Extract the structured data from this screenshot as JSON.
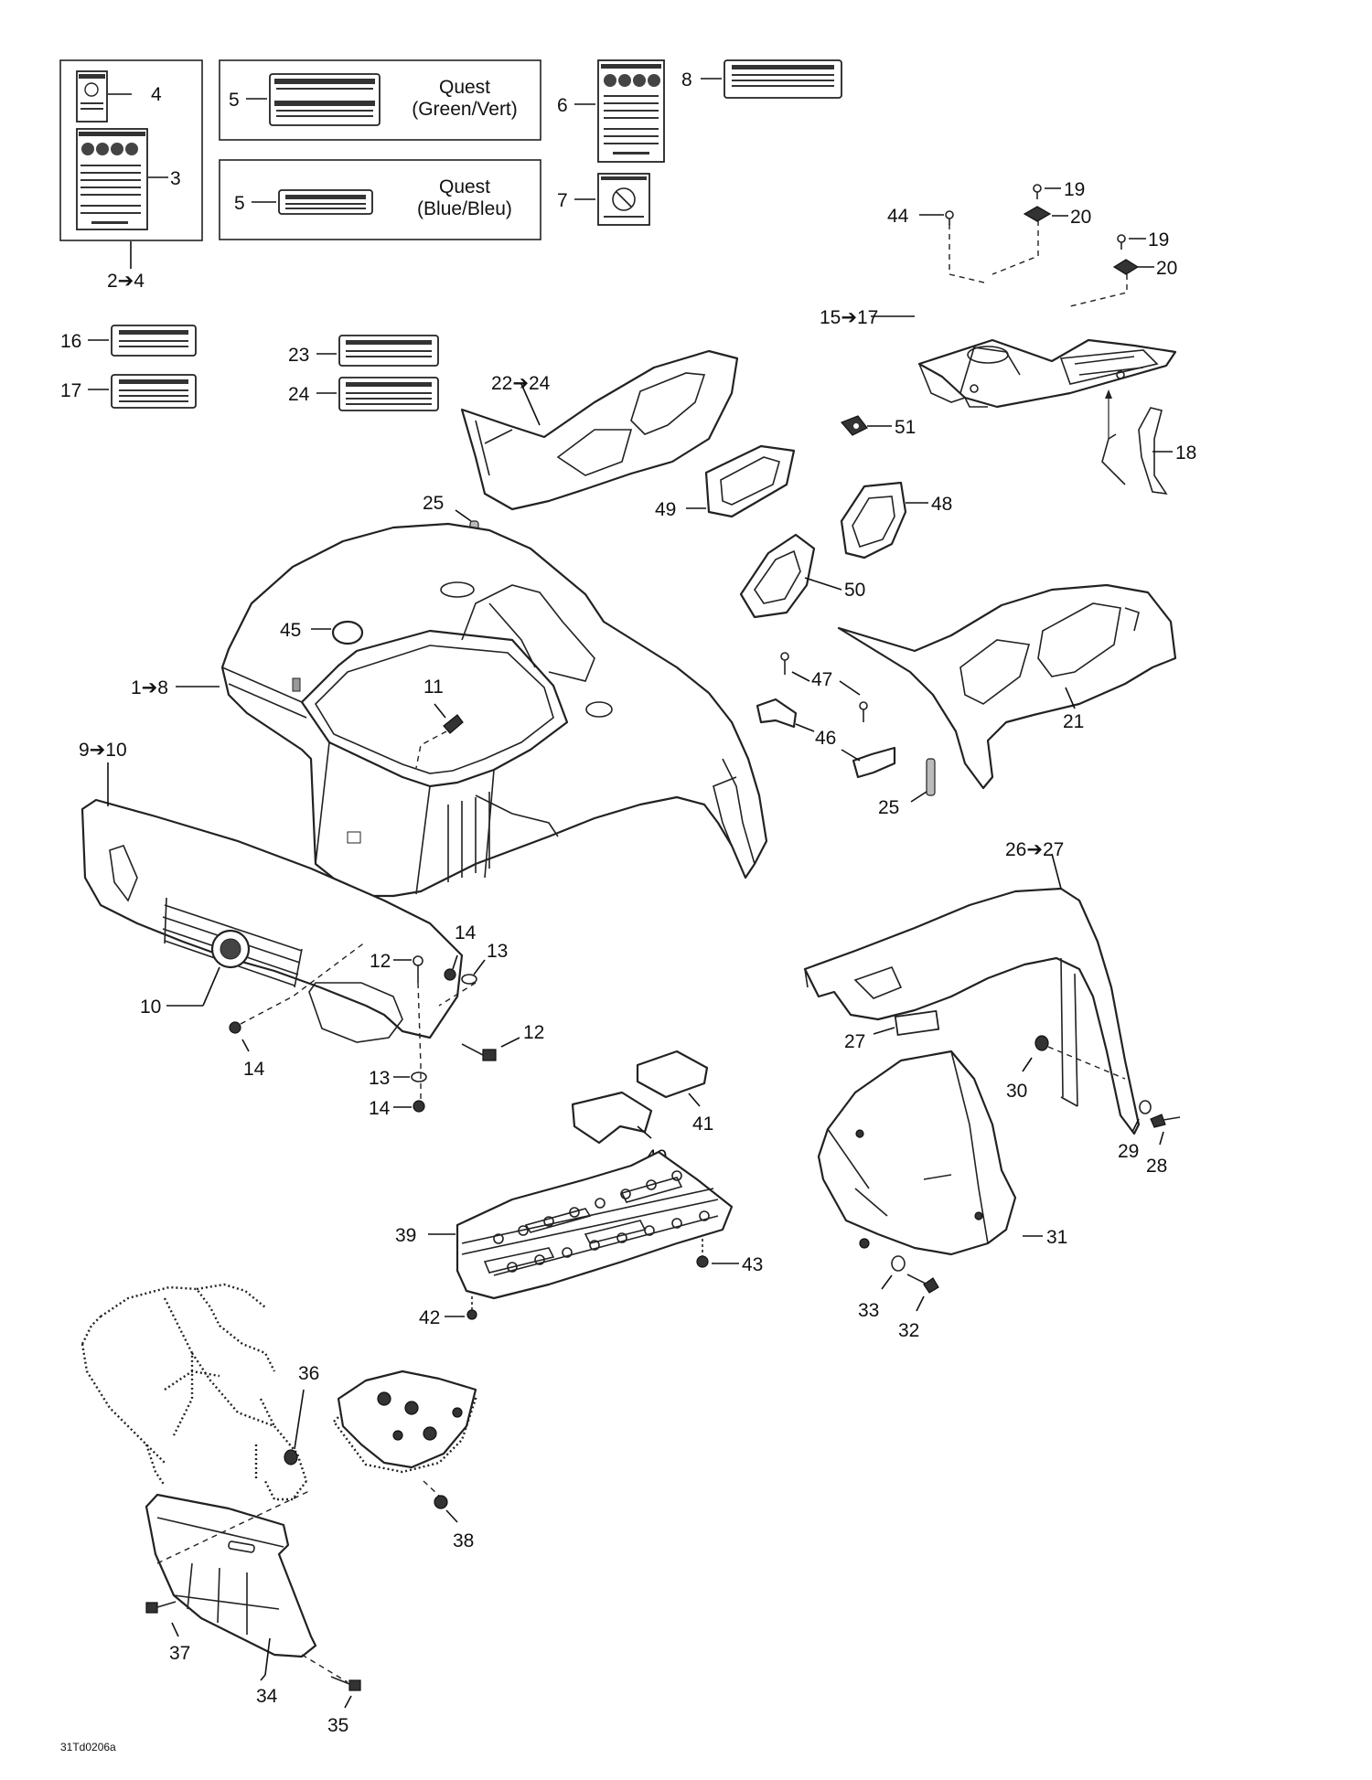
{
  "boxes": {
    "quest_green": {
      "line1": "Quest",
      "line2": "(Green/Vert)"
    },
    "quest_blue": {
      "line1": "Quest",
      "line2": "(Blue/Bleu)"
    }
  },
  "labels": {
    "l1_8": "1➔8",
    "l2_4": "2➔4",
    "l3": "3",
    "l4": "4",
    "l5a": "5",
    "l5b": "5",
    "l6": "6",
    "l7": "7",
    "l8": "8",
    "l9_10": "9➔10",
    "l10": "10",
    "l11": "11",
    "l12a": "12",
    "l12b": "12",
    "l13a": "13",
    "l13b": "13",
    "l14a": "14",
    "l14b": "14",
    "l14c": "14",
    "l15_17": "15➔17",
    "l16": "16",
    "l17": "17",
    "l18": "18",
    "l19a": "19",
    "l19b": "19",
    "l20a": "20",
    "l20b": "20",
    "l21": "21",
    "l22_24": "22➔24",
    "l23": "23",
    "l24": "24",
    "l25a": "25",
    "l25b": "25",
    "l26_27": "26➔27",
    "l27": "27",
    "l28": "28",
    "l29": "29",
    "l30": "30",
    "l31": "31",
    "l32": "32",
    "l33": "33",
    "l34": "34",
    "l35": "35",
    "l36": "36",
    "l37": "37",
    "l38": "38",
    "l39": "39",
    "l40": "40",
    "l41": "41",
    "l42": "42",
    "l43": "43",
    "l44": "44",
    "l45": "45",
    "l46": "46",
    "l47": "47",
    "l48": "48",
    "l49": "49",
    "l50": "50",
    "l51": "51"
  },
  "reference_code": "31Td0206a"
}
